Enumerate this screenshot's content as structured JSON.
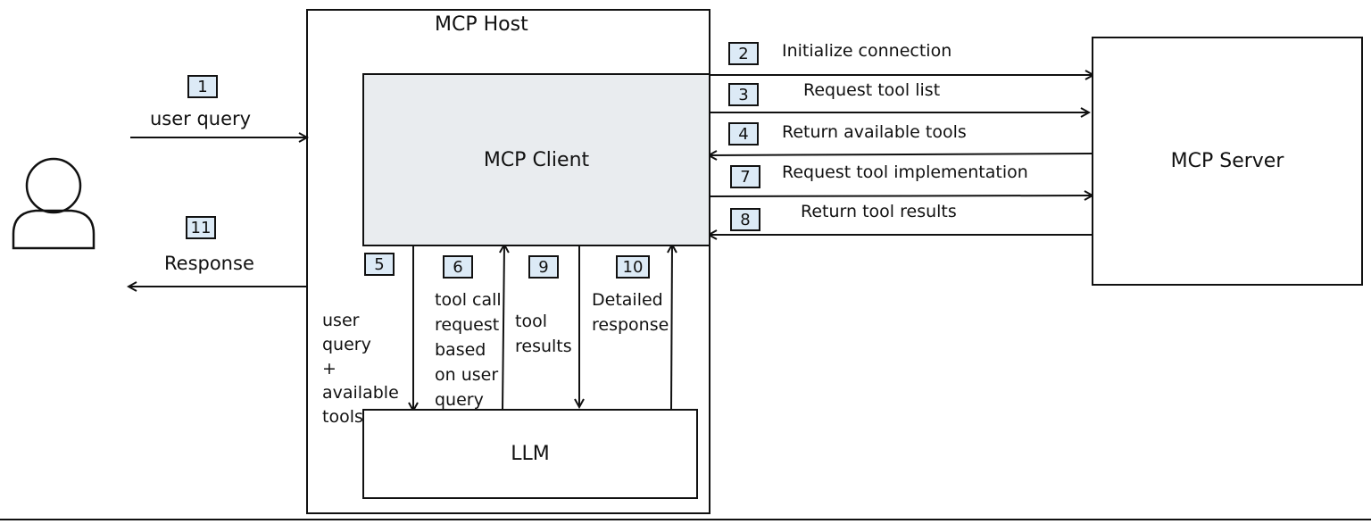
{
  "host": {
    "title": "MCP Host"
  },
  "client": {
    "title": "MCP Client",
    "fill": "#e9ecef"
  },
  "server": {
    "title": "MCP Server"
  },
  "llm": {
    "title": "LLM"
  },
  "user": {
    "icon": "user-icon"
  },
  "badge_color": "#dceaf6",
  "steps": [
    {
      "num": "1",
      "label": "user query"
    },
    {
      "num": "2",
      "label": "Initialize connection"
    },
    {
      "num": "3",
      "label": "Request tool list"
    },
    {
      "num": "4",
      "label": "Return available tools"
    },
    {
      "num": "5",
      "lines": [
        "user query",
        "+ available",
        "tools"
      ]
    },
    {
      "num": "6",
      "lines": [
        "tool call",
        "request",
        "based",
        "on user",
        "query"
      ]
    },
    {
      "num": "7",
      "label": "Request tool implementation"
    },
    {
      "num": "8",
      "label": "Return tool results"
    },
    {
      "num": "9",
      "lines": [
        "tool",
        "results"
      ]
    },
    {
      "num": "10",
      "lines": [
        "Detailed",
        "response"
      ]
    },
    {
      "num": "11",
      "label": "Response"
    }
  ]
}
